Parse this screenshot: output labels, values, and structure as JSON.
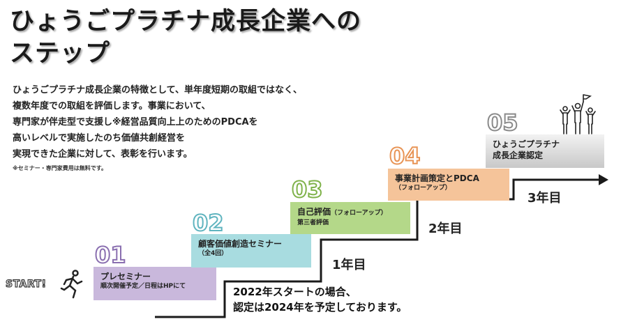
{
  "title": {
    "line1": "ひょうごプラチナ成長企業への",
    "line2": "ステップ"
  },
  "description": [
    "ひょうごプラチナ成長企業の特徴として、単年度短期の取組ではなく、",
    "複数年度での取組を評価します。事業において、",
    "専門家が伴走型で支援し※経営品質向上上のためのPDCAを",
    "高いレベルで実施したのち価値共創経営を",
    "実現できた企業に対して、表彰を行います。"
  ],
  "note": "※セミナー・専門家費用は無料です。",
  "start_label": "START!",
  "steps": [
    {
      "num": "01",
      "line1": "プレセミナー",
      "line2": "順次開催予定／日程はHPにて",
      "color": "#c9b8dc",
      "num_color": "#8a6fb0"
    },
    {
      "num": "02",
      "line1": "顧客価値創造セミナー",
      "line2": "（全4回）",
      "color": "#a8dce0",
      "num_color": "#5fb4bf"
    },
    {
      "num": "03",
      "line1": "自己評価",
      "line1_sub": "（フォローアップ）",
      "line2": "第三者評価",
      "color": "#b4d889",
      "num_color": "#7fb24a"
    },
    {
      "num": "04",
      "line1": "事業計画策定とPDCA",
      "line2": "（フォローアップ）",
      "color": "#f5c49a",
      "num_color": "#e89455"
    },
    {
      "num": "05",
      "line1": "ひょうごプラチナ",
      "line2": "成長企業認定",
      "color": "#d4d4d4",
      "num_color": "#8a8a8a"
    }
  ],
  "years": [
    "1年目",
    "2年目",
    "3年目"
  ],
  "bottom_text": {
    "line1": "2022年スタートの場合、",
    "line2": "認定は2024年を予定しております。"
  },
  "icons": [
    "running-person-icon",
    "celebrating-people-icon"
  ]
}
